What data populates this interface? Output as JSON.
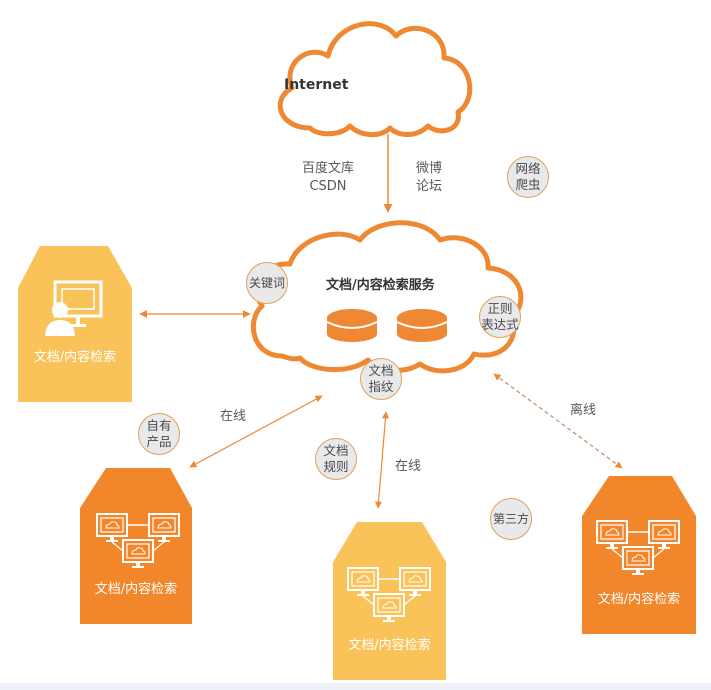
{
  "colors": {
    "accent": "#ef8833",
    "node_light": "#f9c35a",
    "node_dark": "#f2862a",
    "bubble_fill": "#e9e9ec",
    "bubble_border": "#e0a255",
    "text": "#595959"
  },
  "internet_cloud": {
    "title": "Internet"
  },
  "service_cloud": {
    "title": "文档/内容检索服务",
    "icons": [
      "database-icon",
      "database-icon"
    ]
  },
  "sources": {
    "left": "百度文库\nCSDN",
    "right": "微博\n论坛"
  },
  "bubbles": {
    "crawler": "网络\n爬虫",
    "keyword": "关键词",
    "regex": "正则\n表达式",
    "fingerprint": "文档\n指纹",
    "own_product": "自有\n产品",
    "doc_rules": "文档\n规则",
    "third_party": "第三方"
  },
  "links": {
    "left_online": "在线",
    "middle_online": "在线",
    "offline": "离线"
  },
  "nodes": [
    {
      "id": "user-node",
      "label": "文档/内容检索",
      "icon": "user-monitor-icon",
      "color": "light"
    },
    {
      "id": "own-product-node",
      "label": "文档/内容检索",
      "icon": "network-monitors-icon",
      "color": "dark"
    },
    {
      "id": "rules-node",
      "label": "文档/内容检索",
      "icon": "network-monitors-icon",
      "color": "light"
    },
    {
      "id": "third-party-node",
      "label": "文档/内容检索",
      "icon": "network-monitors-icon",
      "color": "dark"
    }
  ]
}
